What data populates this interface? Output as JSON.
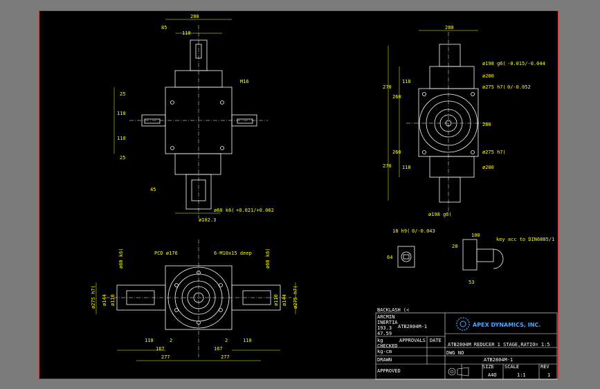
{
  "drawing": {
    "front_view": {
      "top_width": "280",
      "shaft_dim": "110",
      "dim_85": "85",
      "dim_25a": "25",
      "dim_25b": "25",
      "dim_110a": "110",
      "dim_110b": "110",
      "thread_label": "M16",
      "bore_label": "ø60 k6(",
      "bore_tol": "+0.021/+0.002",
      "flange_dia": "ø102.3",
      "dim_45": "45"
    },
    "side_view": {
      "top_width": "280",
      "dia1": "ø198 g6(",
      "dia1_tol": "-0.015/-0.044",
      "dia2": "ø200",
      "dia3": "ø275 h7(",
      "dia3_tol": "0/-0.052",
      "dia4": "ø275 h7(",
      "dia5": "ø200",
      "dia6": "ø198 g6(",
      "height_270a": "270",
      "height_270b": "270",
      "height_260a": "260",
      "height_260b": "260",
      "height_118a": "118",
      "height_118b": "118",
      "side_280": "280"
    },
    "key_details": {
      "keyway": "18 h9(",
      "keyway_tol": "0/-0.043",
      "dim_64": "64",
      "key_note": "key acc to DIN6885/1",
      "dim_100": "100",
      "dim_20": "20",
      "dim_53": "53"
    },
    "bottom_view": {
      "pcd": "PCD ø176",
      "holes": "6-M10x15 deep",
      "dim_110a": "110",
      "dim_2a": "2",
      "dim_167a": "167",
      "dim_277a": "277",
      "dim_110b": "110",
      "dim_2b": "2",
      "dim_167b": "167",
      "dim_277b": "277",
      "left_bore": "ø60 k6(",
      "right_bore": "ø60 k6(",
      "left_h7": "ø275 h7(",
      "right_h7": "ø275 h7(",
      "left_144": "ø144",
      "right_144": "ø144",
      "left_110": "ø110",
      "right_110": "ø110"
    },
    "title_block": {
      "backlash": "BACKLASH (<",
      "lines": [
        "ARCMIN",
        "INERTIA",
        "193.3",
        "47.59",
        "kg",
        "kg-cm"
      ],
      "part_no_a": "ATB2804M-1",
      "company": "APEX DYNAMICS, INC.",
      "description": "ATB2804M REDUCER 1 STAGE,RATIO= 1:5",
      "part_no_b": "ATB2804M-1",
      "drawn_label": "DRAWN",
      "approved_label": "APPROVALS",
      "date_label": "DATE",
      "checked_label": "CHECKED",
      "approved_b": "APPROVED",
      "dwg_no_label": "DWG NO",
      "size_label": "SIZE",
      "size_val": "A4O",
      "scale_label": "SCALE",
      "scale_val": "1:1",
      "rev_label": "REV",
      "rev_val": "1"
    }
  }
}
